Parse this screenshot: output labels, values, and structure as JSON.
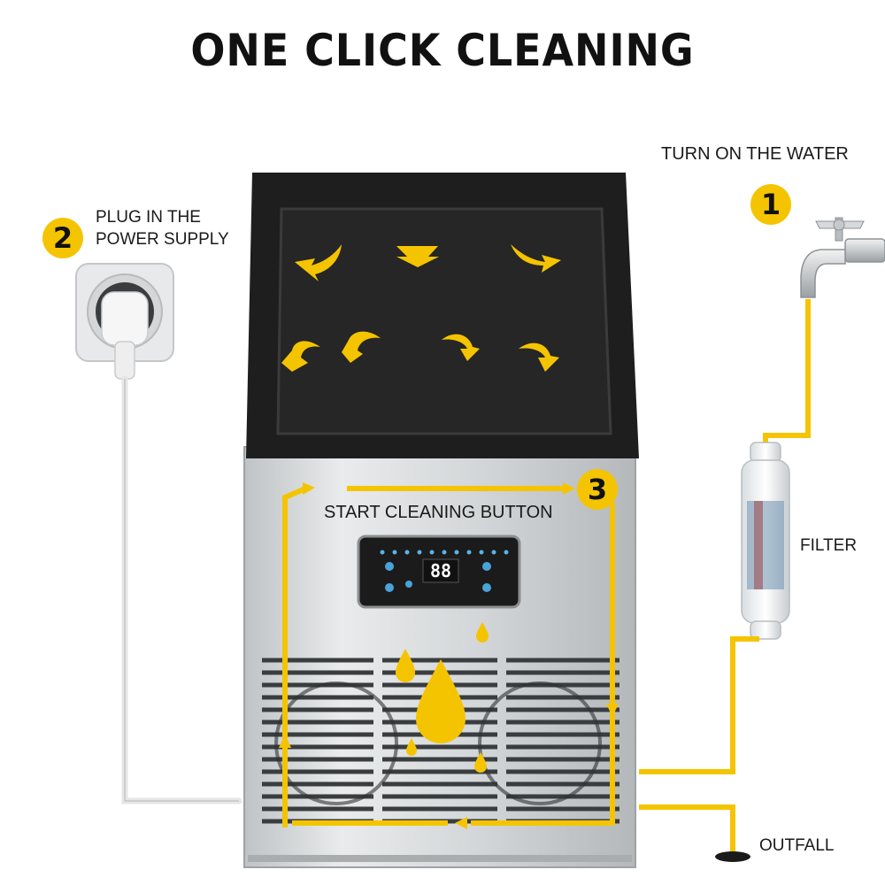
{
  "title": "ONE CLICK CLEANING",
  "steps": {
    "step1": {
      "number": "1",
      "label": "TURN ON THE WATER"
    },
    "step2": {
      "number": "2",
      "label_line1": "PLUG IN THE",
      "label_line2": "POWER SUPPLY"
    },
    "step3": {
      "number": "3",
      "label": "START CLEANING BUTTON"
    }
  },
  "labels": {
    "filter": "FILTER",
    "outfall": "OUTFALL"
  },
  "panel": {
    "display": "88"
  },
  "colors": {
    "accent": "#f5c400",
    "lid": "#1e1e1e",
    "steel": "#cfd2d4",
    "text": "#1a1a1a"
  }
}
